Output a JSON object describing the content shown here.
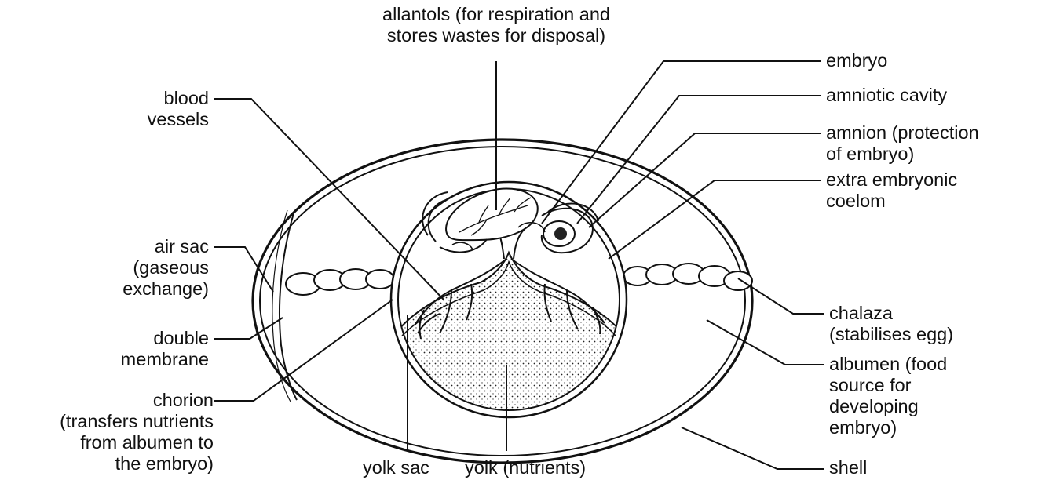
{
  "labels": {
    "allantois": [
      "allantols (for respiration and",
      "stores wastes for disposal)"
    ],
    "embryo": [
      "embryo"
    ],
    "amniotic_cavity": [
      "amniotic cavity"
    ],
    "amnion": [
      "amnion (protection",
      "of embryo)"
    ],
    "extra_embryonic_coelom": [
      "extra embryonic",
      "coelom"
    ],
    "blood_vessels": [
      "blood",
      "vessels"
    ],
    "air_sac": [
      "air sac",
      "(gaseous",
      "exchange)"
    ],
    "double_membrane": [
      "double",
      "membrane"
    ],
    "chorion": [
      "chorion",
      "(transfers nutrients",
      "from albumen to",
      "the embryo)"
    ],
    "chalaza": [
      "chalaza",
      "(stabilises egg)"
    ],
    "albumen": [
      "albumen (food",
      "source for",
      "developing",
      "embryo)"
    ],
    "shell": [
      "shell"
    ],
    "yolk_sac": [
      "yolk sac"
    ],
    "yolk": [
      "yolk (nutrients)"
    ]
  }
}
